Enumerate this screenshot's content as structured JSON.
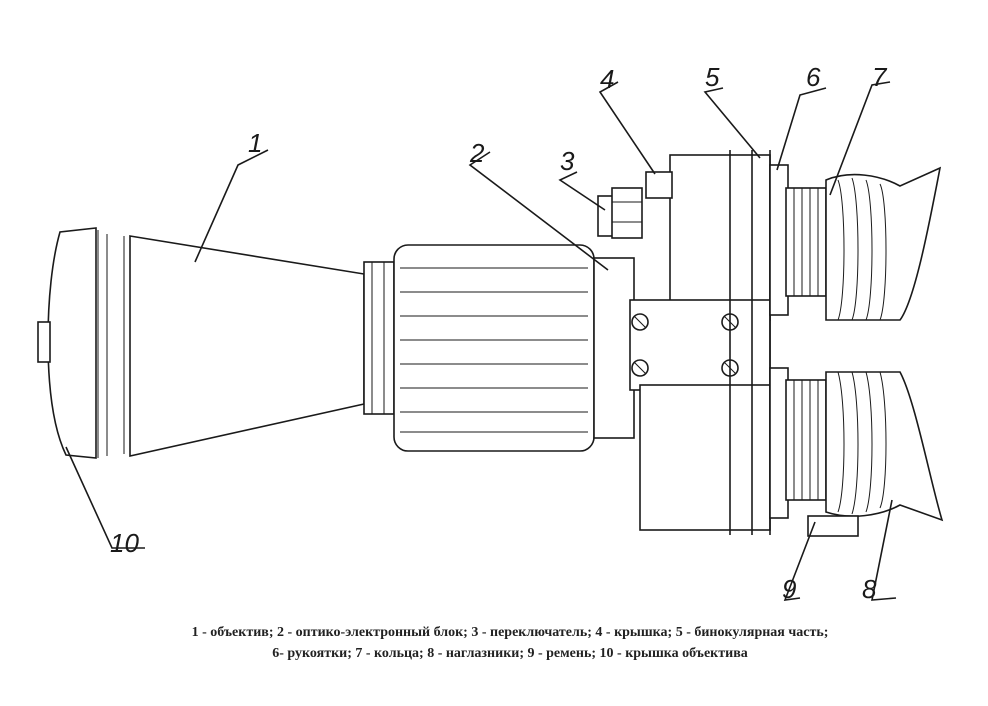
{
  "figure": {
    "labels": [
      "1",
      "2",
      "3",
      "4",
      "5",
      "6",
      "7",
      "8",
      "9",
      "10"
    ],
    "caption_line1": "1 -  объектив; 2 - оптико-электронный блок; 3 - переключатель; 4 - крышка; 5 - бинокулярная часть;",
    "caption_line2": "6- рукоятки; 7 - кольца; 8 - наглазники; 9 - ремень; 10 - крышка объектива"
  }
}
